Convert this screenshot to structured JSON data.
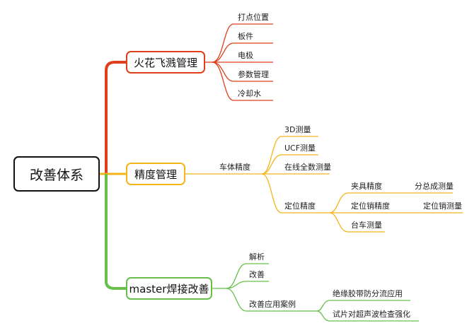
{
  "root": {
    "label": "改善体系"
  },
  "colors": {
    "red": "#e03e1a",
    "yellow": "#f5b41a",
    "green": "#66c04a",
    "root_border": "#111111"
  },
  "branches": [
    {
      "label": "火花飞溅管理",
      "children": [
        "打点位置",
        "板件",
        "电极",
        "参数管理",
        "冷却水"
      ]
    },
    {
      "label": "精度管理",
      "sub": {
        "label": "车体精度",
        "children": [
          "3D测量",
          "UCF测量",
          "在线全数测量"
        ],
        "group": {
          "label": "定位精度",
          "items": [
            {
              "label": "夹具精度",
              "child": "分总成测量"
            },
            {
              "label": "定位销精度",
              "child": "定位销测量"
            },
            {
              "label": "台车测量"
            }
          ]
        }
      }
    },
    {
      "label": "master焊接改善",
      "children": [
        {
          "label": "解析"
        },
        {
          "label": "改善"
        },
        {
          "label": "改善应用案例",
          "children": [
            "绝缘胶带防分流应用",
            "试片对超声波检查强化"
          ]
        }
      ]
    }
  ]
}
